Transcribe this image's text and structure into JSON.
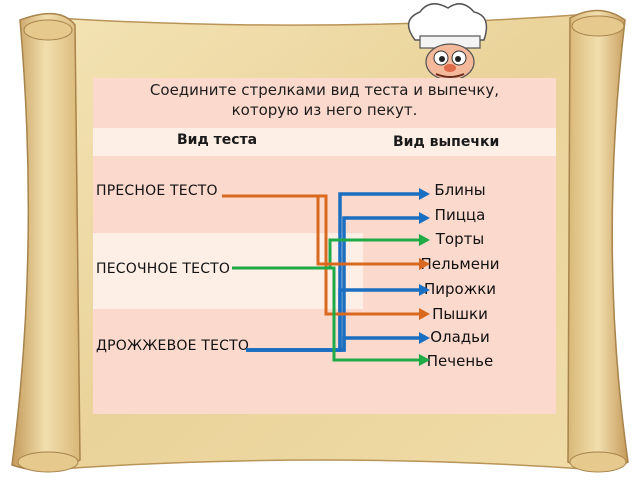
{
  "task": {
    "title_line1": "Соедините стрелками вид теста и выпечку,",
    "title_line2": "которую из него пекут."
  },
  "headers": {
    "dough": "Вид теста",
    "pastry": "Вид выпечки"
  },
  "dough_types": [
    {
      "label": "ПРЕСНОЕ ТЕСТО",
      "color": "#d9691f"
    },
    {
      "label": "ПЕСОЧНОЕ ТЕСТО",
      "color": "#1faa48"
    },
    {
      "label": "ДРОЖЖЕВОЕ ТЕСТО",
      "color": "#1a6fc1"
    }
  ],
  "pastries": [
    {
      "label": "Блины",
      "dough": 2
    },
    {
      "label": "Пицца",
      "dough": 2
    },
    {
      "label": "Торты",
      "dough": 1
    },
    {
      "label": "Пельмени",
      "dough": 0
    },
    {
      "label": "Пирожки",
      "dough": 2
    },
    {
      "label": "Пышки",
      "dough": 0
    },
    {
      "label": "Оладьи",
      "dough": 2
    },
    {
      "label": "Печенье",
      "dough": 1
    }
  ],
  "colors": {
    "parchment": "#ecd9a0",
    "parchment_dark": "#c9a86a",
    "box": "#fbd9cc",
    "band": "#fdeee6",
    "orange": "#d9691f",
    "green": "#1faa48",
    "blue": "#1a6fc1"
  }
}
